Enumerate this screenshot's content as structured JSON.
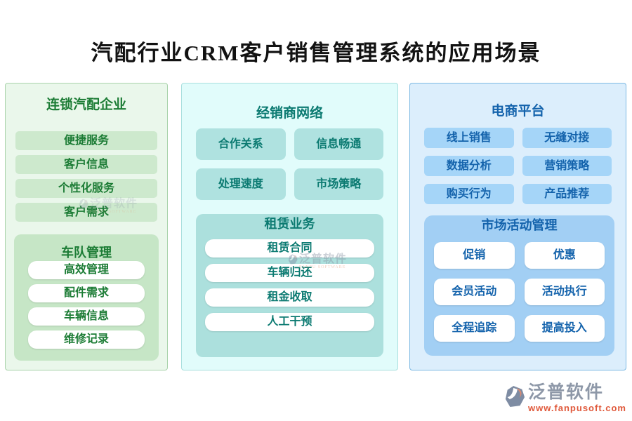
{
  "title": "汽配行业CRM客户销售管理系统的应用场景",
  "columns": [
    {
      "header": "连锁汽配企业",
      "items": [
        "便捷服务",
        "客户信息",
        "个性化服务",
        "客户需求"
      ],
      "sub": {
        "header": "车队管理",
        "items": [
          "高效管理",
          "配件需求",
          "车辆信息",
          "维修记录"
        ]
      }
    },
    {
      "header": "经销商网络",
      "items": [
        "合作关系",
        "信息畅通",
        "处理速度",
        "市场策略"
      ],
      "sub": {
        "header": "租赁业务",
        "items": [
          "租赁合同",
          "车辆归还",
          "租金收取",
          "人工干预"
        ]
      }
    },
    {
      "header": "电商平台",
      "items": [
        "线上销售",
        "无缝对接",
        "数据分析",
        "营销策略",
        "购买行为",
        "产品推荐"
      ],
      "sub": {
        "header": "市场活动管理",
        "items": [
          "促销",
          "优惠",
          "会员活动",
          "活动执行",
          "全程追踪",
          "提高投入"
        ]
      }
    }
  ],
  "watermark": {
    "text": "泛普软件",
    "subtext": "FANPU SOFTWARE"
  },
  "logo": {
    "name": "泛普软件",
    "url": "www.fanpusoft.com"
  },
  "colors": {
    "green_accent": "#1c7c35",
    "green_panel": "#eaf7eb",
    "teal_accent": "#0b7a71",
    "teal_panel": "#e1fcfb",
    "blue_accent": "#1463ac",
    "blue_panel": "#dceefc",
    "logo_gray": "#8e98a8",
    "logo_orange": "#e0593b"
  }
}
